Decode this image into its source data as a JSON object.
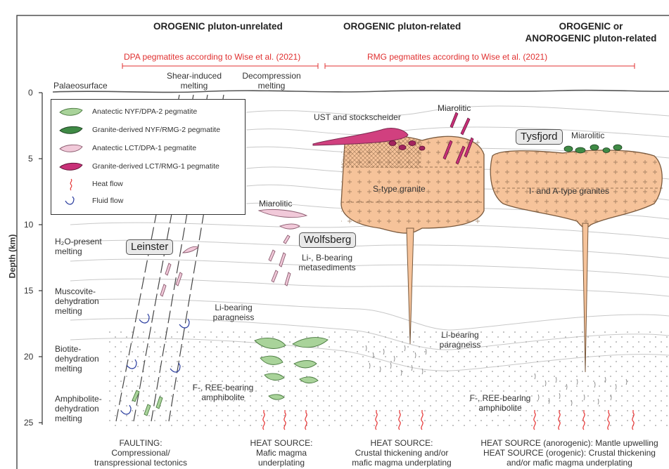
{
  "headers": {
    "unrelated": "OROGENIC pluton-unrelated",
    "related": "OROGENIC pluton-related",
    "either_line1": "OROGENIC or",
    "either_line2": "ANOROGENIC pluton-related"
  },
  "classification": {
    "dpa": "DPA pegmatites according to Wise et al. (2021)",
    "rmg": "RMG pegmatites according to Wise et al. (2021)"
  },
  "surface": {
    "palaeosurface": "Palaeosurface",
    "shear_line1": "Shear-induced",
    "shear_line2": "melting",
    "decomp_line1": "Decompression",
    "decomp_line2": "melting"
  },
  "axis": {
    "label": "Depth (km)",
    "ticks": [
      "0",
      "5",
      "10",
      "15",
      "20",
      "25"
    ]
  },
  "legend": {
    "items": [
      {
        "label": "Anatectic NYF/DPA-2 pegmatite",
        "color": "#a9d39a",
        "icon": "pegmatite-light-green-icon"
      },
      {
        "label": "Granite-derived NYF/RMG-2 pegmatite",
        "color": "#3f8a45",
        "icon": "pegmatite-dark-green-icon"
      },
      {
        "label": "Anatectic LCT/DPA-1 pegmatite",
        "color": "#f1c9d9",
        "icon": "pegmatite-light-pink-icon"
      },
      {
        "label": "Granite-derived LCT/RMG-1 pegmatite",
        "color": "#c83078",
        "icon": "pegmatite-magenta-icon"
      },
      {
        "label": "Heat flow",
        "color": "#e53333",
        "icon": "heat-flow-arrow-icon"
      },
      {
        "label": "Fluid flow",
        "color": "#2a3d9f",
        "icon": "fluid-flow-arrow-icon"
      }
    ]
  },
  "left_labels": {
    "h2o_line1": "H₂O-present",
    "h2o_line2": "melting",
    "musc_line1": "Muscovite-",
    "musc_line2": "dehydration",
    "musc_line3": "melting",
    "biot_line1": "Biotite-",
    "biot_line2": "dehydration",
    "biot_line3": "melting",
    "amph_line1": "Amphibolite-",
    "amph_line2": "dehydration",
    "amph_line3": "melting"
  },
  "localities": {
    "leinster": "Leinster",
    "wolfsberg": "Wolfsberg",
    "tysfjord": "Tysfjord"
  },
  "labels": {
    "miarolitic_1": "Miarolitic",
    "miarolitic_2": "Miarolitic",
    "miarolitic_3": "Miarolitic",
    "li_b_line1": "Li-, B-bearing",
    "li_b_line2": "metasediments",
    "li_parag_1_line1": "Li-bearing",
    "li_parag_1_line2": "paragneiss",
    "li_parag_2_line1": "Li-bearing",
    "li_parag_2_line2": "paragneiss",
    "ust": "UST and stockscheider",
    "s_type": "S-type granite",
    "ia_type": "I- and A-type granites",
    "f_ree_1_line1": "F-, REE-bearing",
    "f_ree_1_line2": "amphibolite",
    "f_ree_2_line1": "F-, REE-bearing",
    "f_ree_2_line2": "amphibolite"
  },
  "bottom": {
    "faulting_line1": "FAULTING:",
    "faulting_line2": "Compressional/",
    "faulting_line3": "transpressional tectonics",
    "heat1_line1": "HEAT SOURCE:",
    "heat1_line2": "Mafic magma",
    "heat1_line3": "underplating",
    "heat2_line1": "HEAT SOURCE:",
    "heat2_line2": "Crustal thickening and/or",
    "heat2_line3": "mafic magma underplating",
    "heat3_line1": "HEAT SOURCE (anorogenic): Mantle upwelling",
    "heat3_line2": "HEAT SOURCE (orogenic): Crustal thickening",
    "heat3_line3": "and/or mafic magma underplating"
  },
  "colors": {
    "granite": "#f6c39a",
    "granite_stroke": "#7a5a3e",
    "red": "#e03030",
    "blue": "#2a3d9f"
  }
}
